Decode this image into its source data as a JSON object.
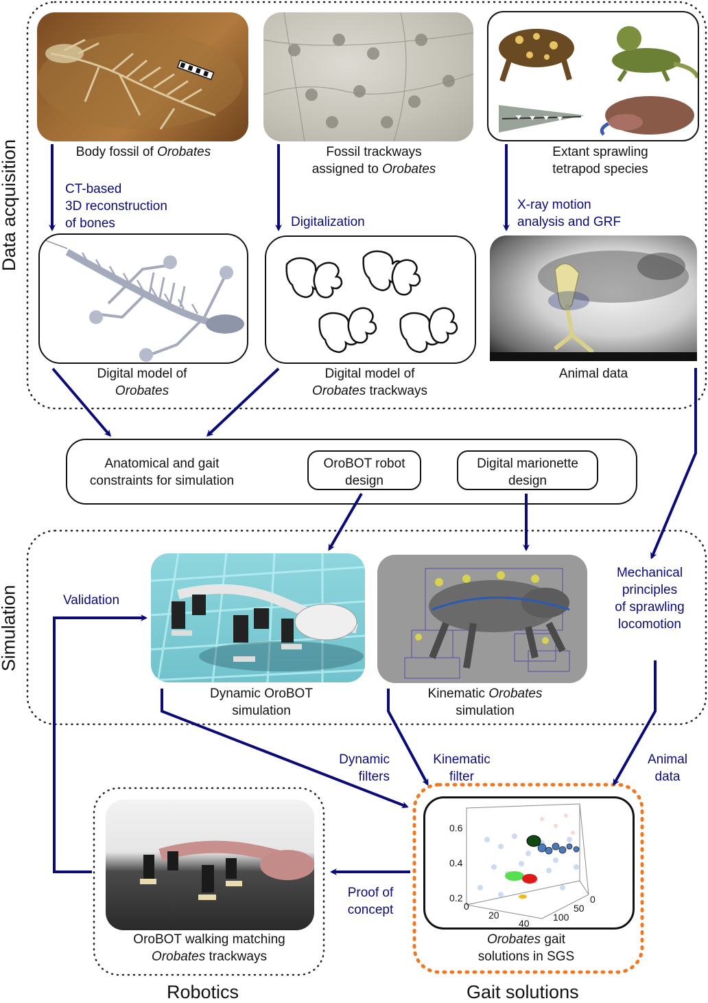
{
  "sections": {
    "data_acquisition": "Data acquisition",
    "simulation": "Simulation",
    "robotics": "Robotics",
    "gait_solutions": "Gait solutions"
  },
  "nodes": {
    "body_fossil": {
      "pre": "Body fossil of ",
      "em": "Orobates"
    },
    "fossil_trackways": {
      "line1": "Fossil trackways",
      "pre": "assigned to ",
      "em": "Orobates"
    },
    "extant": {
      "line1": "Extant sprawling",
      "line2": "tetrapod species"
    },
    "digital_model": {
      "line1": "Digital model of",
      "em": "Orobates"
    },
    "digital_trackways": {
      "line1": "Digital model of",
      "em": "Orobates",
      "post": " trackways"
    },
    "animal_data": "Animal data",
    "constraints": {
      "line1": "Anatomical and gait",
      "line2": "constraints for simulation"
    },
    "orobot_design": {
      "line1": "OroBOT robot",
      "line2": "design"
    },
    "marionette_design": {
      "line1": "Digital marionette",
      "line2": "design"
    },
    "dynamic_sim": {
      "line1": "Dynamic OroBOT",
      "line2": "simulation"
    },
    "kinematic_sim": {
      "em": "Kinematic ",
      "em2": "Orobates",
      "line2": "simulation"
    },
    "mechanical": {
      "line1": "Mechanical",
      "line2": "principles",
      "line3": "of sprawling",
      "line4": "locomotion"
    },
    "orobot_walking": {
      "line1": "OroBOT walking matching",
      "em": "Orobates",
      "post": " trackways"
    },
    "gait_solutions": {
      "em": "Orobates",
      "post": " gait",
      "line2": "solutions in SGS"
    }
  },
  "edges": {
    "ct": {
      "line1": "CT-based",
      "line2": "3D reconstruction",
      "line3": "of bones"
    },
    "digitalization": "Digitalization",
    "xray": {
      "line1": "X-ray motion",
      "line2": "analysis and GRF"
    },
    "validation": "Validation",
    "dynamic_filters": {
      "line1": "Dynamic",
      "line2": "filters"
    },
    "kinematic_filter": {
      "line1": "Kinematic",
      "line2": "filter"
    },
    "animal_data": {
      "line1": "Animal",
      "line2": "data"
    },
    "proof": {
      "line1": "Proof of",
      "line2": "concept"
    }
  },
  "plot_ticks": {
    "y": [
      "0.6",
      "0.4",
      "0.2"
    ],
    "x1": [
      "0",
      "20",
      "40"
    ],
    "x2": [
      "0",
      "50",
      "100"
    ]
  },
  "colors": {
    "arrow": "#0a0a78",
    "dotted": "#222222",
    "orange": "#f07820"
  }
}
